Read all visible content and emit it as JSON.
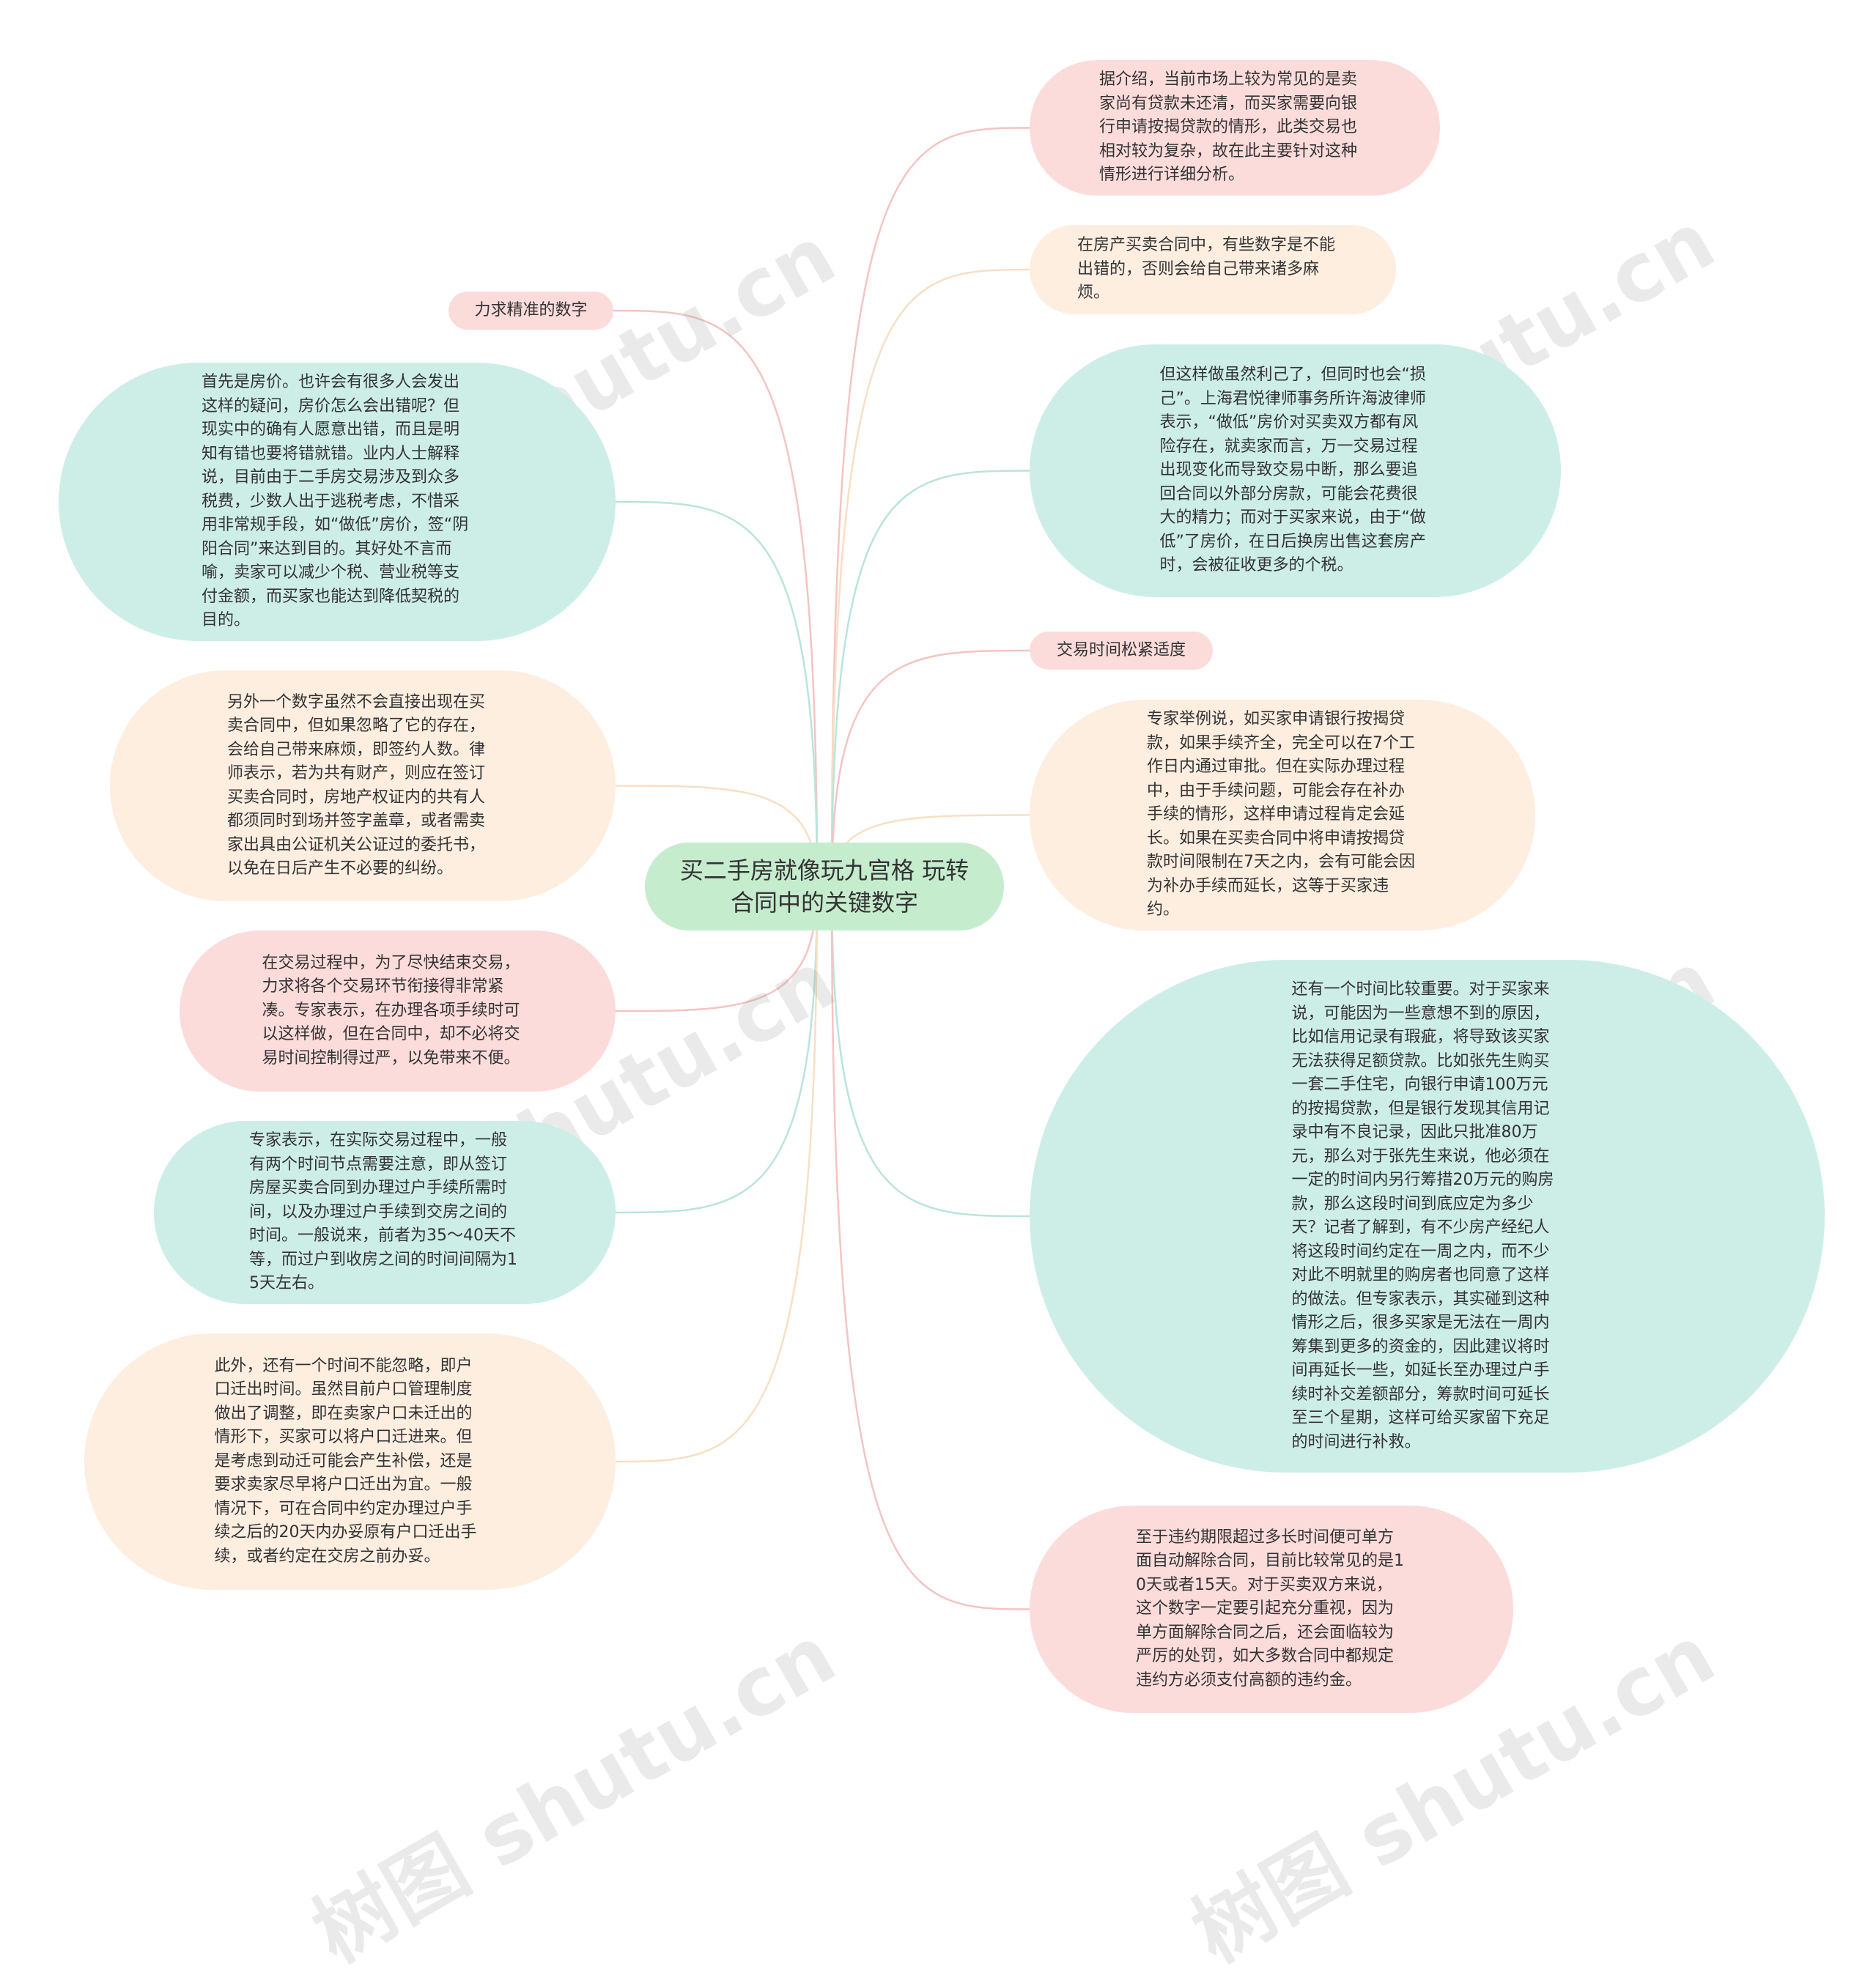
{
  "root": {
    "title": "买二手房就像玩九宫格 玩转合同中的关键数字"
  },
  "branches": [
    {
      "id": "n1",
      "text": "据介绍，当前市场上较为常见的是卖家尚有贷款未还清，而买家需要向银行申请按揭贷款的情形，此类交易也相对较为复杂，故在此主要针对这种情形进行详细分析。",
      "color": "pink"
    },
    {
      "id": "n2",
      "text": "在房产买卖合同中，有些数字是不能出错的，否则会给自己带来诸多麻烦。",
      "color": "peach"
    },
    {
      "id": "n3",
      "text": "但这样做虽然利己了，但同时也会“损己”。上海君悦律师事务所许海波律师表示，“做低”房价对买卖双方都有风险存在，就卖家而言，万一交易过程出现变化而导致交易中断，那么要追回合同以外部分房款，可能会花费很大的精力；而对于买家来说，由于“做低”了房价，在日后换房出售这套房产时，会被征收更多的个税。",
      "color": "mint"
    },
    {
      "id": "n4",
      "text": "交易时间松紧适度",
      "color": "pink"
    },
    {
      "id": "n5",
      "text": "专家举例说，如买家申请银行按揭贷款，如果手续齐全，完全可以在7个工作日内通过审批。但在实际办理过程中，由于手续问题，可能会存在补办手续的情形，这样申请过程肯定会延长。如果在买卖合同中将申请按揭贷款时间限制在7天之内，会有可能会因为补办手续而延长，这等于买家违约。",
      "color": "peach"
    },
    {
      "id": "n6",
      "text": "还有一个时间比较重要。对于买家来说，可能因为一些意想不到的原因，比如信用记录有瑕疵，将导致该买家无法获得足额贷款。比如张先生购买一套二手住宅，向银行申请100万元的按揭贷款，但是银行发现其信用记录中有不良记录，因此只批准80万元，那么对于张先生来说，他必须在一定的时间内另行筹措20万元的购房款，那么这段时间到底应定为多少天？记者了解到，有不少房产经纪人将这段时间约定在一周之内，而不少对此不明就里的购房者也同意了这样的做法。但专家表示，其实碰到这种情形之后，很多买家是无法在一周内筹集到更多的资金的，因此建议将时间再延长一些，如延长至办理过户手续时补交差额部分，筹款时间可延长至三个星期，这样可给买家留下充足的时间进行补救。",
      "color": "mint"
    },
    {
      "id": "n7",
      "text": "至于违约期限超过多长时间便可单方面自动解除合同，目前比较常见的是10天或者15天。对于买卖双方来说，这个数字一定要引起充分重视，因为单方面解除合同之后，还会面临较为严厉的处罚，如大多数合同中都规定违约方必须支付高额的违约金。",
      "color": "pink"
    },
    {
      "id": "n8",
      "text": "力求精准的数字",
      "color": "pink"
    },
    {
      "id": "n9",
      "text": "首先是房价。也许会有很多人会发出这样的疑问，房价怎么会出错呢？但现实中的确有人愿意出错，而且是明知有错也要将错就错。业内人士解释说，目前由于二手房交易涉及到众多税费，少数人出于逃税考虑，不惜采用非常规手段，如“做低”房价，签“阴阳合同”来达到目的。其好处不言而喻，卖家可以减少个税、营业税等支付金额，而买家也能达到降低契税的目的。",
      "color": "mint"
    },
    {
      "id": "n10",
      "text": "另外一个数字虽然不会直接出现在买卖合同中，但如果忽略了它的存在，会给自己带来麻烦，即签约人数。律师表示，若为共有财产，则应在签订买卖合同时，房地产权证内的共有人都须同时到场并签字盖章，或者需卖家出具由公证机关公证过的委托书，以免在日后产生不必要的纠纷。",
      "color": "peach"
    },
    {
      "id": "n11",
      "text": "在交易过程中，为了尽快结束交易，力求将各个交易环节衔接得非常紧凑。专家表示，在办理各项手续时可以这样做，但在合同中，却不必将交易时间控制得过严，以免带来不便。",
      "color": "pink"
    },
    {
      "id": "n12",
      "text": "专家表示，在实际交易过程中，一般有两个时间节点需要注意，即从签订房屋买卖合同到办理过户手续所需时间，以及办理过户手续到交房之间的时间。一般说来，前者为35～40天不等，而过户到收房之间的时间间隔为15天左右。",
      "color": "mint"
    },
    {
      "id": "n13",
      "text": "此外，还有一个时间不能忽略，即户口迁出时间。虽然目前户口管理制度做出了调整，即在卖家户口未迁出的情形下，买家可以将户口迁进来。但是考虑到动迁可能会产生补偿，还是要求卖家尽早将户口迁出为宜。一般情况下，可在合同中约定办理过户手续之后的20天内办妥原有户口迁出手续，或者约定在交房之前办妥。",
      "color": "peach"
    }
  ],
  "watermarks": [
    "树图 shutu.cn",
    "树图 shutu.cn",
    "树图 shutu.cn",
    "树图 shutu.cn",
    "树图 shutu.cn",
    "树图 shutu.cn"
  ],
  "colors": {
    "pink": "#fbdcdb",
    "peach": "#fdeee0",
    "mint": "#cdeee7",
    "root": "#c6ecce",
    "link_pink": "#f4c4c2",
    "link_peach": "#f8dfc4",
    "link_mint": "#b9e4dc"
  }
}
